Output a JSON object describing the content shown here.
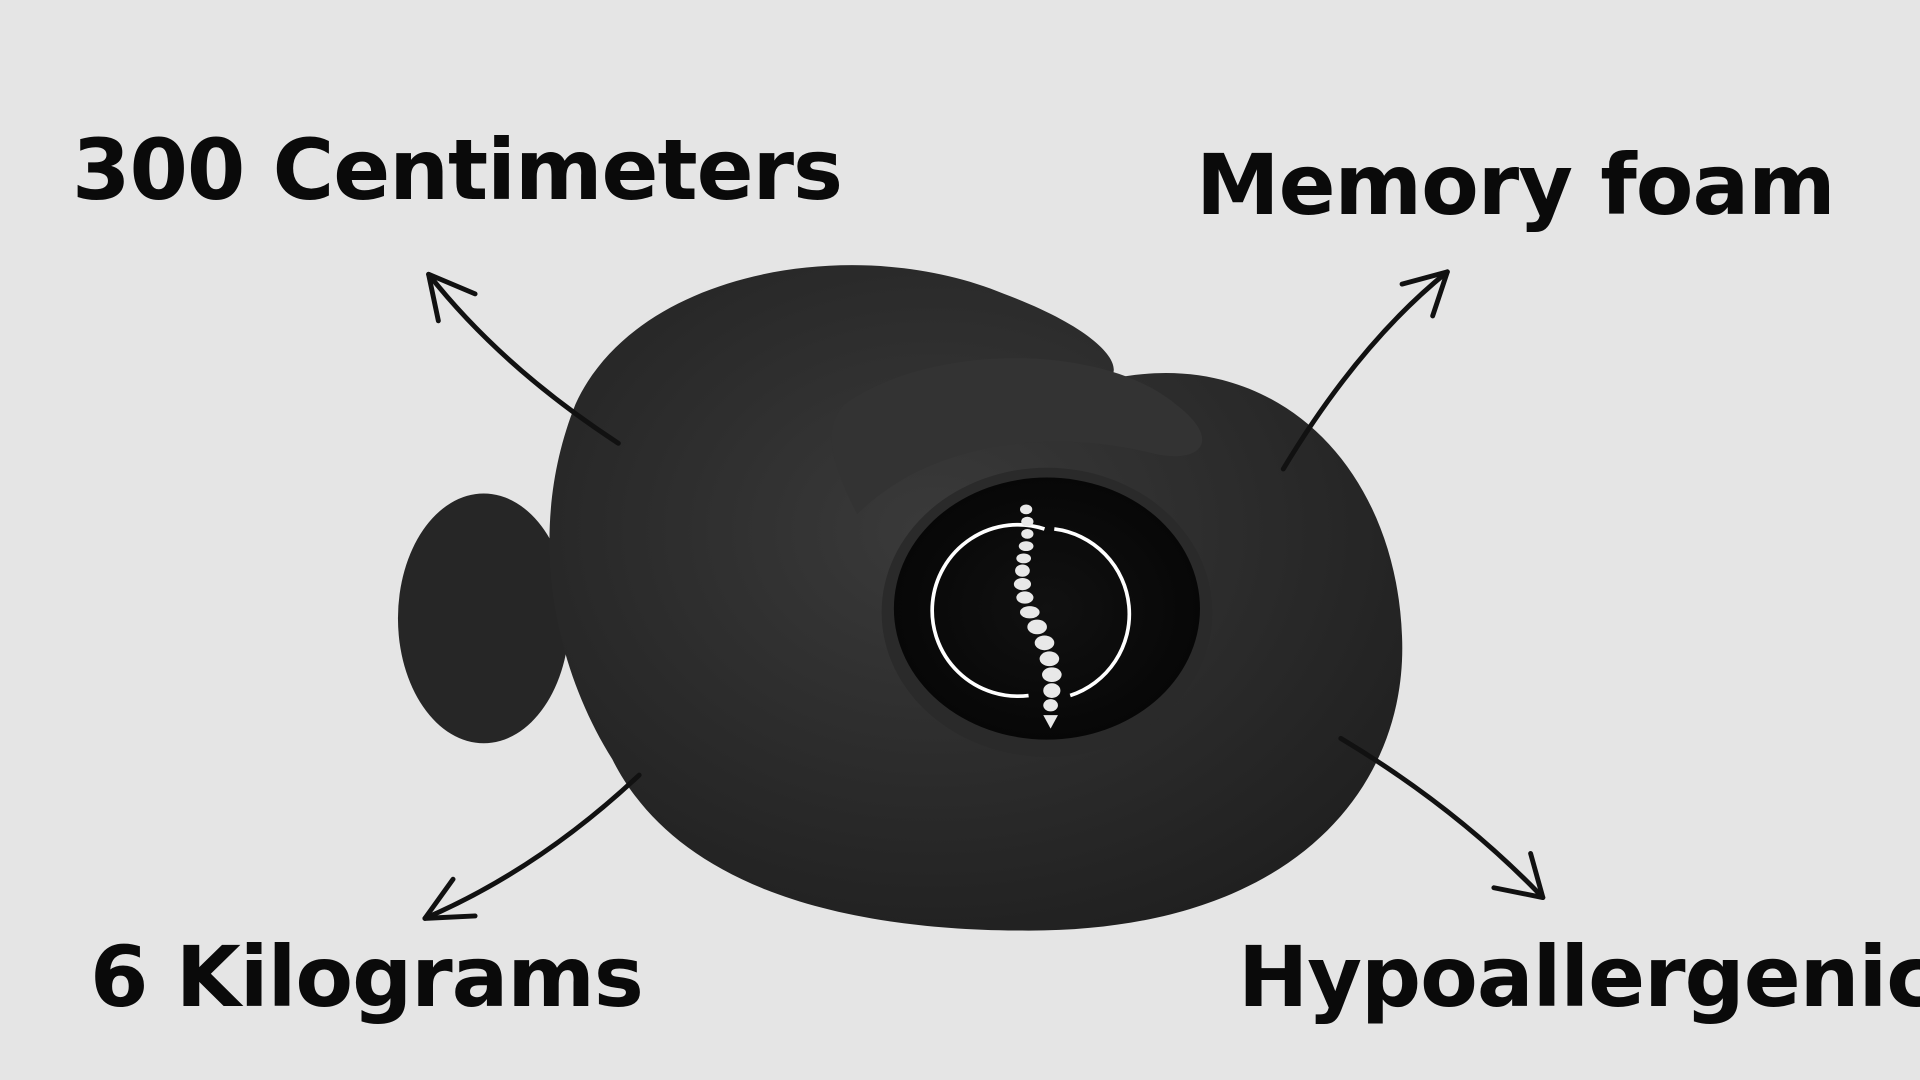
{
  "features": {
    "length": "300 Centimeters",
    "material": "Memory foam",
    "weight": "6 Kilograms",
    "property": "Hypoallergenic"
  },
  "colors": {
    "background": "#e5e5e5",
    "pillow": "#2b2b2b",
    "text": "#0a0a0a"
  }
}
